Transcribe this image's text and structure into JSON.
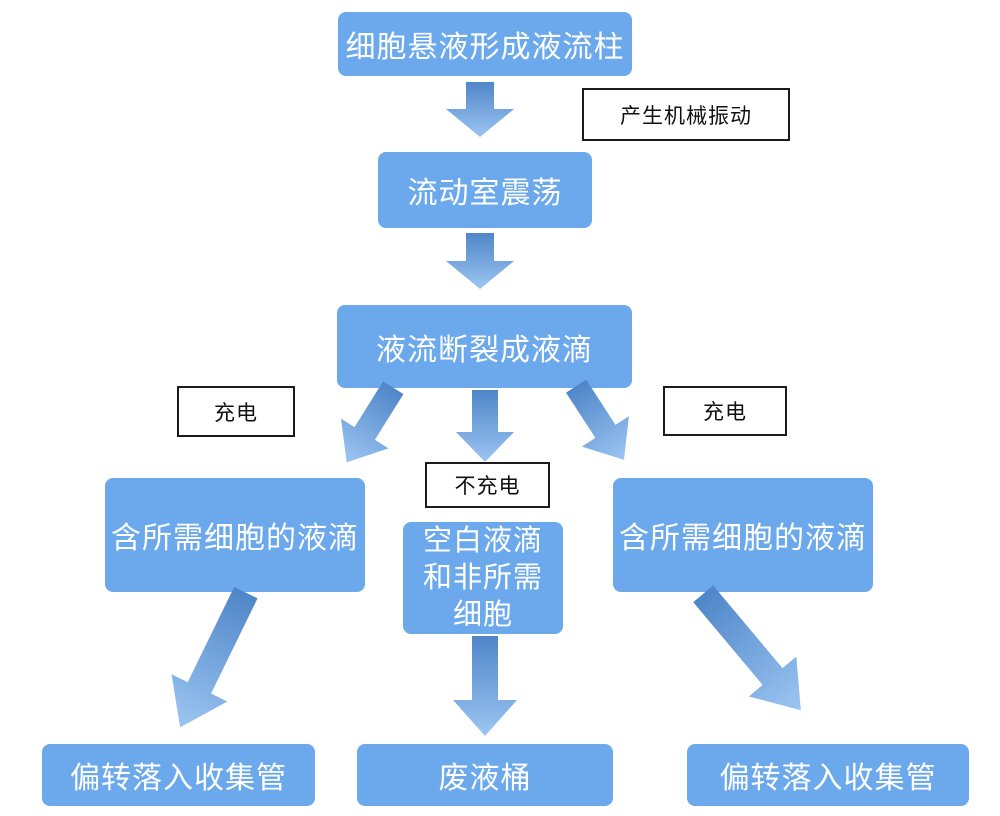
{
  "diagram": {
    "nodes": {
      "cell_suspension": "细胞悬液形成液流柱",
      "flow_chamber": "流动室震荡",
      "droplet_breakup": "液流断裂成液滴",
      "desired_droplet_left": "含所需细胞的液滴",
      "blank_droplet": "空白液滴\n和非所需\n细胞",
      "desired_droplet_right": "含所需细胞的液滴",
      "collect_left": "偏转落入收集管",
      "waste": "废液桶",
      "collect_right": "偏转落入收集管"
    },
    "labels": {
      "vibration": "产生机械振动",
      "charge_left": "充电",
      "no_charge": "不充电",
      "charge_right": "充电"
    },
    "colors": {
      "node_fill": "#6CA9EC",
      "node_text": "#FFFFFF",
      "arrow_gradient_start": "#4F86C8",
      "arrow_gradient_end": "#9CC5F2",
      "label_border": "#1B1B1B",
      "label_text": "#111111",
      "background": "#FFFFFF"
    }
  }
}
